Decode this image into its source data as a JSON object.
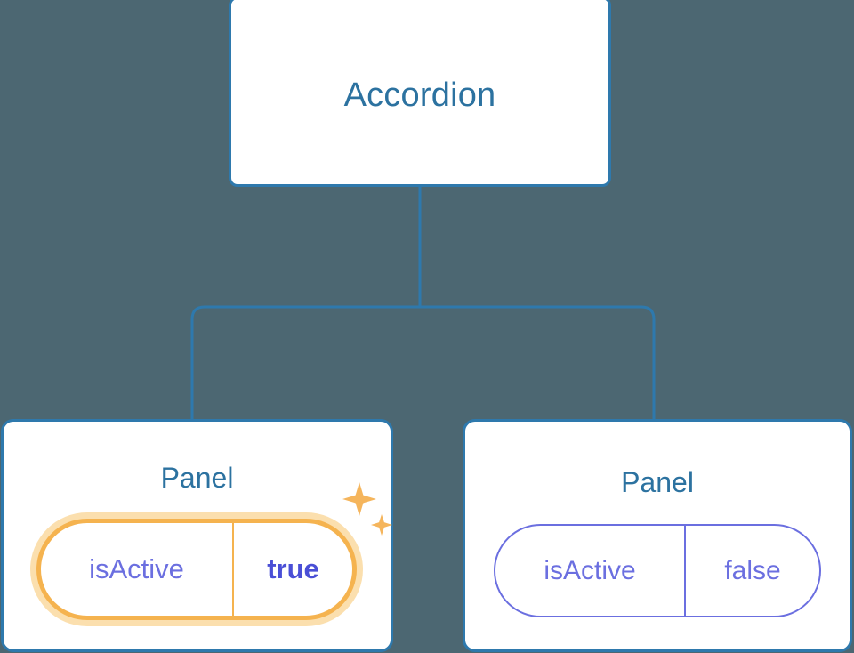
{
  "background_color": "#4c6772",
  "accent_colors": {
    "node_border": "#2e79ad",
    "node_text": "#2c72a0",
    "connector": "#2e79ad",
    "prop_purple": "#6b6fe0",
    "prop_value_bold": "#4a4fd6",
    "highlight_orange": "#f5b34f",
    "highlight_glow": "#fbdfae",
    "sparkle": "#f5b55c"
  },
  "tree": {
    "root": {
      "title": "Accordion"
    },
    "children": [
      {
        "title": "Panel",
        "highlighted": true,
        "prop": {
          "key": "isActive",
          "value": "true"
        },
        "sparkle_icons": [
          "sparkle-large-icon",
          "sparkle-small-icon"
        ]
      },
      {
        "title": "Panel",
        "highlighted": false,
        "prop": {
          "key": "isActive",
          "value": "false"
        }
      }
    ]
  }
}
